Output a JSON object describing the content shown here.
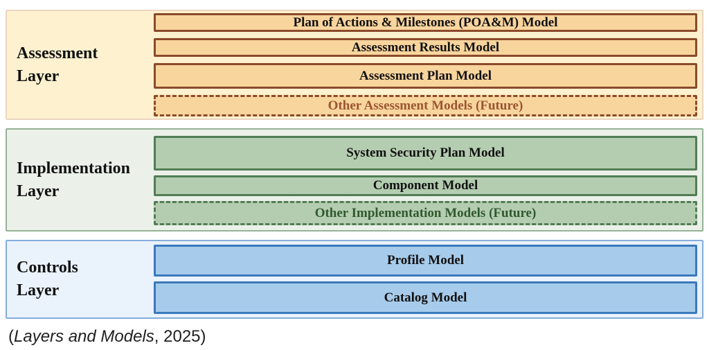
{
  "layers": [
    {
      "name": "assessment",
      "title_line1": "Assessment",
      "title_line2": "Layer",
      "colors": {
        "layer_bg": "#fdf1cf",
        "layer_border": "#ecd5c0",
        "box_bg": "#f9d59e",
        "box_border": "#8b4a2b",
        "future_text": "#9b5530"
      },
      "boxes": [
        {
          "label": "Plan of Actions & Milestones (POA&M) Model",
          "style": "solid"
        },
        {
          "label": "Assessment Results Model",
          "style": "solid"
        },
        {
          "label": "Assessment Plan Model",
          "style": "solid"
        },
        {
          "label": "Other Assessment Models (Future)",
          "style": "dashed"
        }
      ]
    },
    {
      "name": "implementation",
      "title_line1": "Implementation",
      "title_line2": "Layer",
      "colors": {
        "layer_bg": "#ebf1e9",
        "layer_border": "#96b296",
        "box_bg": "#b4cdb0",
        "box_border": "#527c55",
        "future_text": "#30592f"
      },
      "boxes": [
        {
          "label": "System Security Plan Model",
          "style": "solid"
        },
        {
          "label": "Component Model",
          "style": "solid"
        },
        {
          "label": "Other Implementation Models (Future)",
          "style": "dashed"
        }
      ]
    },
    {
      "name": "controls",
      "title_line1": "Controls",
      "title_line2": "Layer",
      "colors": {
        "layer_bg": "#eaf2fc",
        "layer_border": "#85acdc",
        "box_bg": "#a7cbea",
        "box_border": "#3a79bd"
      },
      "boxes": [
        {
          "label": "Profile Model",
          "style": "solid"
        },
        {
          "label": "Catalog Model",
          "style": "solid"
        }
      ]
    }
  ],
  "caption": {
    "prefix": "(",
    "title_italic": "Layers and Models",
    "suffix": ", 2025)"
  }
}
